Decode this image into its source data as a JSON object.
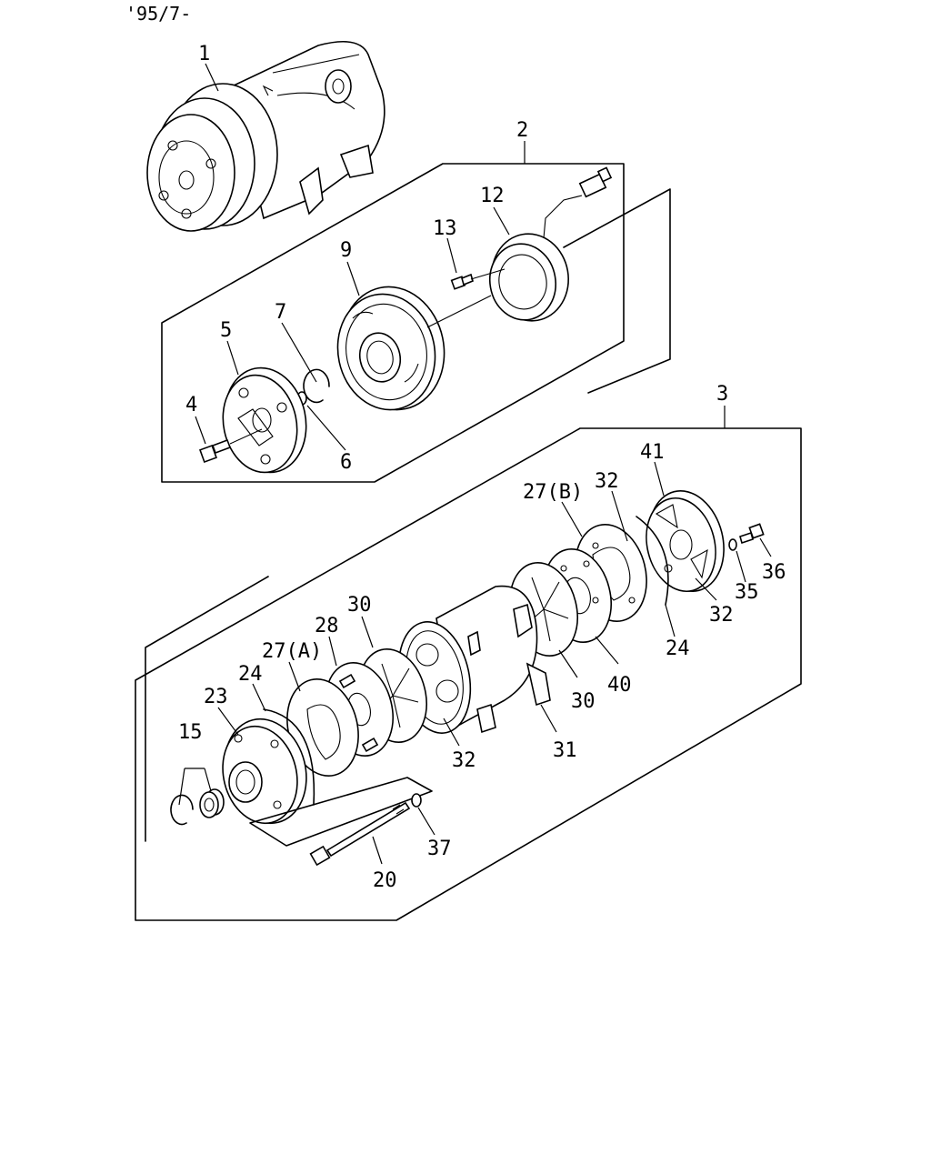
{
  "header": {
    "date_code": "'95/7-"
  },
  "callouts": {
    "c1": "1",
    "c2": "2",
    "c3": "3",
    "c4": "4",
    "c5": "5",
    "c6": "6",
    "c7": "7",
    "c9": "9",
    "c12": "12",
    "c13": "13",
    "c15": "15",
    "c20": "20",
    "c23": "23",
    "c24a": "24",
    "c24b": "24",
    "c27a": "27(A)",
    "c27b": "27(B)",
    "c28": "28",
    "c30a": "30",
    "c30b": "30",
    "c31": "31",
    "c32a": "32",
    "c32b": "32",
    "c32c": "32",
    "c35": "35",
    "c36": "36",
    "c37": "37",
    "c40": "40",
    "c41": "41"
  }
}
